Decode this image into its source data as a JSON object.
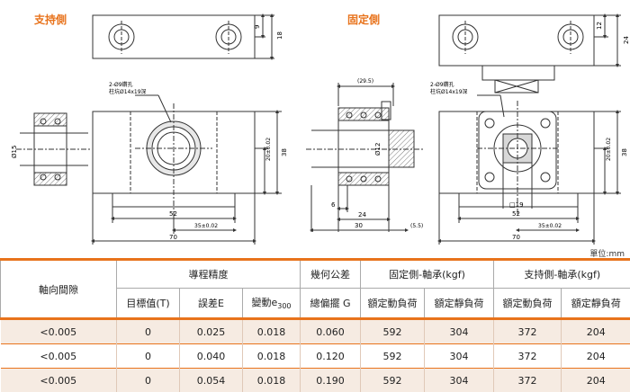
{
  "labels": {
    "support_side": "支持側",
    "fixed_side": "固定側",
    "unit": "單位:mm"
  },
  "dims": {
    "d9_a": "9",
    "d18": "18",
    "d12": "12",
    "d24_r": "24",
    "hole_note_l1": "2-Ø9鑽孔",
    "hole_note_l2": "柱坑Ø14x19深",
    "hole_note_r1": "2-Ø9鑽孔",
    "hole_note_r2": "柱坑Ø14x19深",
    "d15": "Ø15",
    "d29_5": "(29.5)",
    "d12_bore": "Ø12",
    "d38_l": "38",
    "d20_l": "20±0.02",
    "d52_l": "52",
    "d35_l": "35±0.02",
    "d70_l": "70",
    "d6": "6",
    "d24": "24",
    "d30": "30",
    "d5_5": "(5.5)",
    "d38_r": "38",
    "d20_r": "20±0.02",
    "d19": "□19",
    "d52_r": "52",
    "d35_r": "35±0.02",
    "d70_r": "70"
  },
  "table": {
    "h_backlash": "軸向間隙",
    "h_lead_accuracy": "導程精度",
    "h_geometric": "幾何公差",
    "h_fixed_bearing": "固定側-軸承(kgf)",
    "h_support_bearing": "支持側-軸承(kgf)",
    "sub_target": "目標值(T)",
    "sub_error": "誤差E",
    "sub_var_main": "變動e",
    "sub_var_sub": "300",
    "sub_runout": "總偏擺 G",
    "sub_fixed_dyn": "額定動負荷",
    "sub_fixed_static": "額定靜負荷",
    "sub_support_dyn": "額定動負荷",
    "sub_support_static": "額定靜負荷",
    "rows": [
      {
        "backlash": "<0.005",
        "target": "0",
        "error": "0.025",
        "variation": "0.018",
        "runout": "0.060",
        "fixed_dyn": "592",
        "fixed_static": "304",
        "support_dyn": "372",
        "support_static": "204"
      },
      {
        "backlash": "<0.005",
        "target": "0",
        "error": "0.040",
        "variation": "0.018",
        "runout": "0.120",
        "fixed_dyn": "592",
        "fixed_static": "304",
        "support_dyn": "372",
        "support_static": "204"
      },
      {
        "backlash": "<0.005",
        "target": "0",
        "error": "0.054",
        "variation": "0.018",
        "runout": "0.190",
        "fixed_dyn": "592",
        "fixed_static": "304",
        "support_dyn": "372",
        "support_static": "204"
      }
    ]
  },
  "colors": {
    "accent": "#e8731c",
    "row_tint": "#f6ebe2",
    "line": "#333333"
  }
}
